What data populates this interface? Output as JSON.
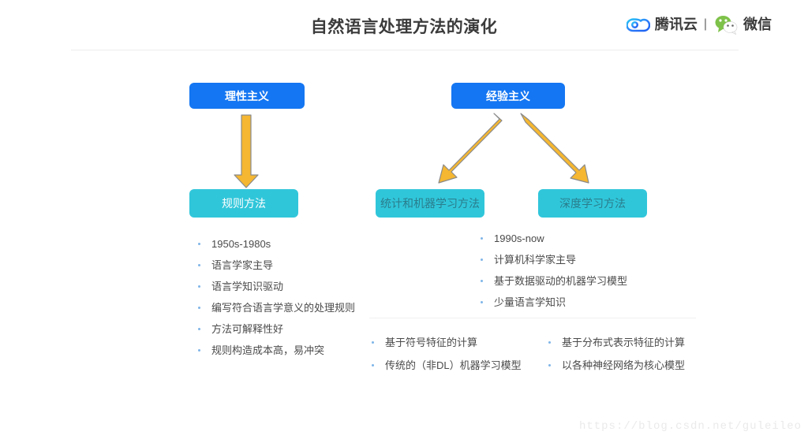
{
  "header": {
    "title": "自然语言处理方法的演化",
    "brand": {
      "cloud_icon": "tencent-cloud-icon",
      "cloud_label": "腾讯云",
      "separator": "|",
      "wechat_icon": "wechat-icon",
      "wechat_label": "微信"
    }
  },
  "diagram": {
    "nodes": {
      "rationalism": "理性主义",
      "empiricism": "经验主义",
      "rule_method": "规则方法",
      "stat_ml_method": "统计和机器学习方法",
      "deep_learning_method": "深度学习方法"
    },
    "arrows": [
      {
        "name": "arrow-rationalism-to-rule",
        "from": "理性主义",
        "to": "规则方法",
        "direction": "down"
      },
      {
        "name": "arrow-empiricism-to-statml",
        "from": "经验主义",
        "to": "统计和机器学习方法",
        "direction": "down-left"
      },
      {
        "name": "arrow-empiricism-to-dl",
        "from": "经验主义",
        "to": "深度学习方法",
        "direction": "down-right"
      }
    ],
    "rule_bullets": [
      "1950s-1980s",
      "语言学家主导",
      "语言学知识驱动",
      "编写符合语言学意义的处理规则",
      "方法可解释性好",
      "规则构造成本高，易冲突"
    ],
    "empirical_bullets": [
      "1990s-now",
      "计算机科学家主导",
      "基于数据驱动的机器学习模型",
      "少量语言学知识"
    ],
    "statml_bullets": [
      "基于符号特征的计算",
      "传统的（非DL）机器学习模型"
    ],
    "dl_bullets": [
      "基于分布式表示特征的计算",
      "以各种神经网络为核心模型"
    ]
  },
  "watermark": "https://blog.csdn.net/guleileo",
  "colors": {
    "blue_node": "#1476f2",
    "cyan_node": "#30c6da",
    "arrow_fill": "#f5b731",
    "arrow_stroke": "#8a8a8a",
    "title_text": "#3b3b3b",
    "bullet_text": "#4a4a4a",
    "bullet_dot": "#7fb5e8"
  }
}
